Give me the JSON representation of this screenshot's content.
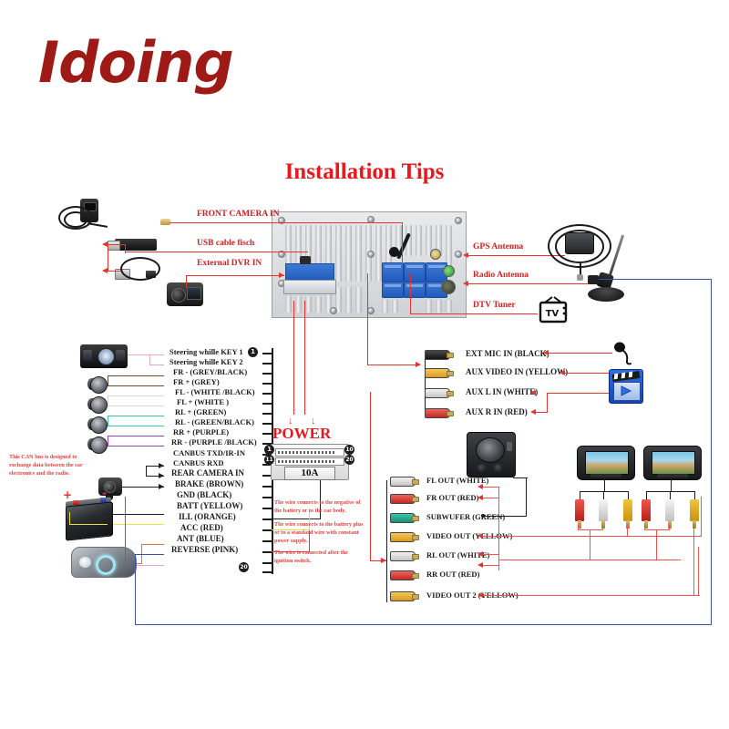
{
  "brand": {
    "name": "Idoing"
  },
  "title": "Installation Tips",
  "top_inputs": [
    {
      "label": "FRONT CAMERA IN",
      "device": "front-camera"
    },
    {
      "label": "USB cable fisch",
      "device": "usb-cable"
    },
    {
      "label": "External DVR IN",
      "device": "dvr-camera"
    }
  ],
  "top_outputs": [
    {
      "label": "GPS Antenna",
      "device": "gps-antenna"
    },
    {
      "label": "Radio Antenna",
      "device": "radio-antenna"
    },
    {
      "label": "DTV Tuner",
      "device": "tv-tuner"
    }
  ],
  "aux_inputs": [
    {
      "label": "EXT MIC IN (BLACK)",
      "color": "#1a1a1a",
      "rca": "rca-black"
    },
    {
      "label": "AUX VIDEO IN (YELLOW)",
      "color": "#e0a81e",
      "rca": "rca-yellow"
    },
    {
      "label": "AUX L IN (WHITE)",
      "color": "#d8d8d8",
      "rca": "rca-white"
    },
    {
      "label": "AUX R IN (RED)",
      "color": "#d4302a",
      "rca": "rca-red"
    }
  ],
  "rca_outputs": [
    {
      "label": "FL OUT (WHITE)",
      "rca": "rca-white"
    },
    {
      "label": "FR OUT (RED)",
      "rca": "rca-red"
    },
    {
      "label": "SUBWUFER (GREEN)",
      "rca": "rca-green"
    },
    {
      "label": "VIDEO OUT (YELLOW)",
      "rca": "rca-yellow"
    },
    {
      "label": "RL OUT (WHITE)",
      "rca": "rca-white"
    },
    {
      "label": "RR OUT (RED)",
      "rca": "rca-red"
    },
    {
      "label": "VIDEO OUT 2 (YELLOW)",
      "rca": "rca-yellow"
    }
  ],
  "harness_wires": [
    {
      "label": "Steering whille KEY 1",
      "pin": "1",
      "wire_color": "#e2a8d2"
    },
    {
      "label": "Steering whille KEY 2",
      "pin": "",
      "wire_color": "#e2a8d2"
    },
    {
      "label": "FR - (GREY/BLACK)",
      "pin": "",
      "wire_color": "#6b4a30"
    },
    {
      "label": "FR + (GREY)",
      "pin": "",
      "wire_color": "#6b4a30"
    },
    {
      "label": "FL - (WHITE /BLACK)",
      "pin": "",
      "wire_color": "#d6d6d6"
    },
    {
      "label": "FL + (WHITE )",
      "pin": "",
      "wire_color": "#d6d6d6"
    },
    {
      "label": "RL  + (GREEN)",
      "pin": "",
      "wire_color": "#3ec0a3"
    },
    {
      "label": "RL  - (GREEN/BLACK)",
      "pin": "",
      "wire_color": "#3ec0a3"
    },
    {
      "label": "RR + (PURPLE)",
      "pin": "",
      "wire_color": "#9b3fbb"
    },
    {
      "label": "RR  - (PURPLE /BLACK)",
      "pin": "",
      "wire_color": "#9b3fbb"
    },
    {
      "label": "CANBUS TXD/IR-IN",
      "pin": "",
      "wire_color": "#1d1d1d"
    },
    {
      "label": "CANBUS RXD",
      "pin": "",
      "wire_color": "#1d1d1d"
    },
    {
      "label": "REAR CAMERA IN",
      "pin": "",
      "wire_color": "#1d1d1d"
    },
    {
      "label": "BRAKE (BROWN)",
      "pin": "",
      "wire_color": "#6b4a30"
    },
    {
      "label": "GND (BLACK)",
      "pin": "",
      "wire_color": "#1d1d1d"
    },
    {
      "label": "BATT (YELLOW)",
      "pin": "",
      "wire_color": "#e8e23c"
    },
    {
      "label": "ILL (ORANGE)",
      "pin": "",
      "wire_color": "#e0743a"
    },
    {
      "label": "ACC (RED)",
      "pin": "",
      "wire_color": "#e8332f"
    },
    {
      "label": "ANT (BLUE)",
      "pin": "",
      "wire_color": "#3b4fb0"
    },
    {
      "label": "REVERSE (PINK)",
      "pin": "20",
      "wire_color": "#e2a8d2"
    }
  ],
  "power": {
    "label": "POWER",
    "fuse": "10A",
    "pin_badges": [
      "1",
      "11",
      "10",
      "20"
    ]
  },
  "notes": {
    "canbus": "This CAN bus is designed to exchange data between the car electronics and the radio.",
    "gnd": "The wire connects to the negative of the battery or to the car body.",
    "batt": "The wire connects to the battery plus or to a standard wire with constant power supply.",
    "acc": "The wire is connected after the ignition switch."
  },
  "battery": {
    "plus": "+",
    "minus": "-"
  }
}
